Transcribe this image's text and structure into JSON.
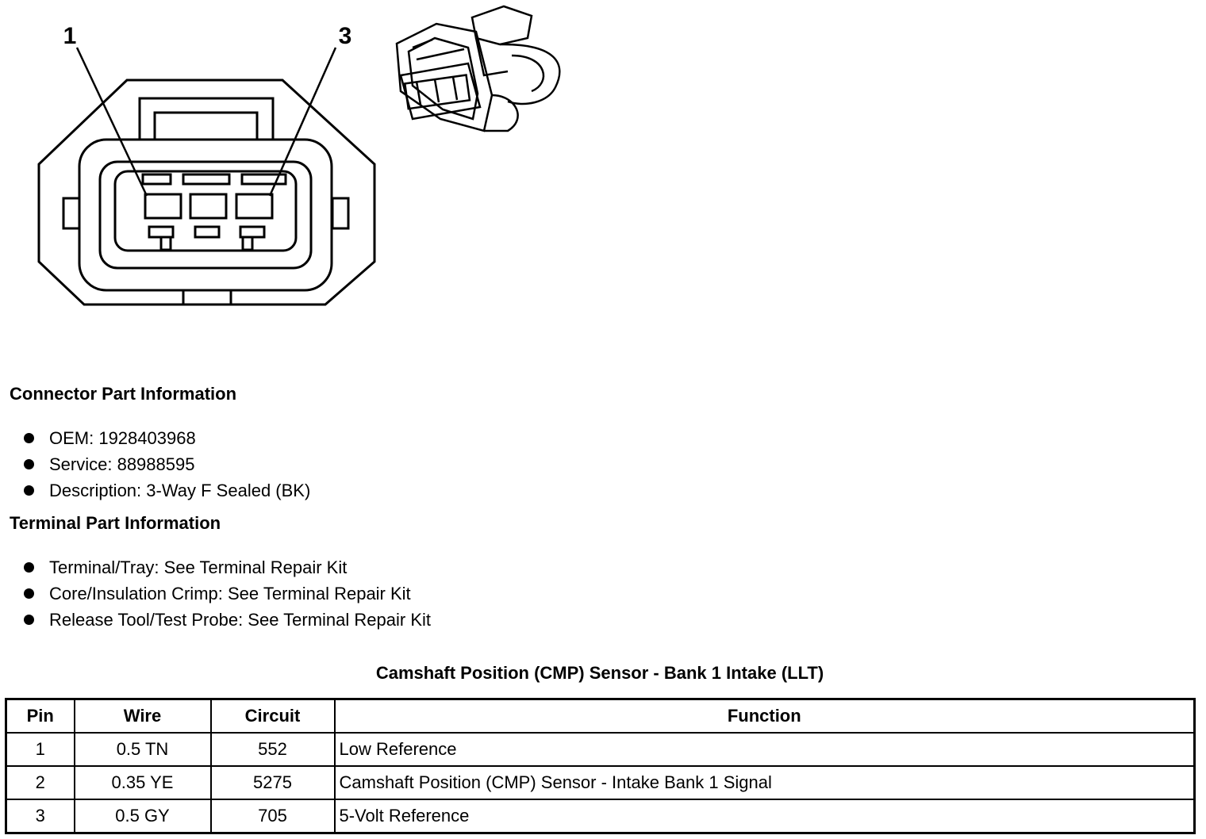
{
  "diagram": {
    "pin_labels": [
      "1",
      "3"
    ],
    "connector_face_icon": "connector-face-drawing",
    "connector_iso_icon": "connector-isometric-drawing"
  },
  "connector_info": {
    "heading": "Connector Part Information",
    "items": [
      "OEM: 1928403968",
      "Service: 88988595",
      "Description: 3-Way F Sealed (BK)"
    ]
  },
  "terminal_info": {
    "heading": "Terminal Part Information",
    "items": [
      "Terminal/Tray: See Terminal Repair Kit",
      "Core/Insulation Crimp: See Terminal Repair Kit",
      "Release Tool/Test Probe: See Terminal Repair Kit"
    ]
  },
  "pin_table": {
    "title": "Camshaft Position (CMP) Sensor - Bank 1 Intake (LLT)",
    "headers": [
      "Pin",
      "Wire",
      "Circuit",
      "Function"
    ],
    "rows": [
      [
        "1",
        "0.5 TN",
        "552",
        "Low Reference"
      ],
      [
        "2",
        "0.35 YE",
        "5275",
        "Camshaft Position (CMP) Sensor - Intake Bank 1 Signal"
      ],
      [
        "3",
        "0.5 GY",
        "705",
        "5-Volt Reference"
      ]
    ]
  }
}
